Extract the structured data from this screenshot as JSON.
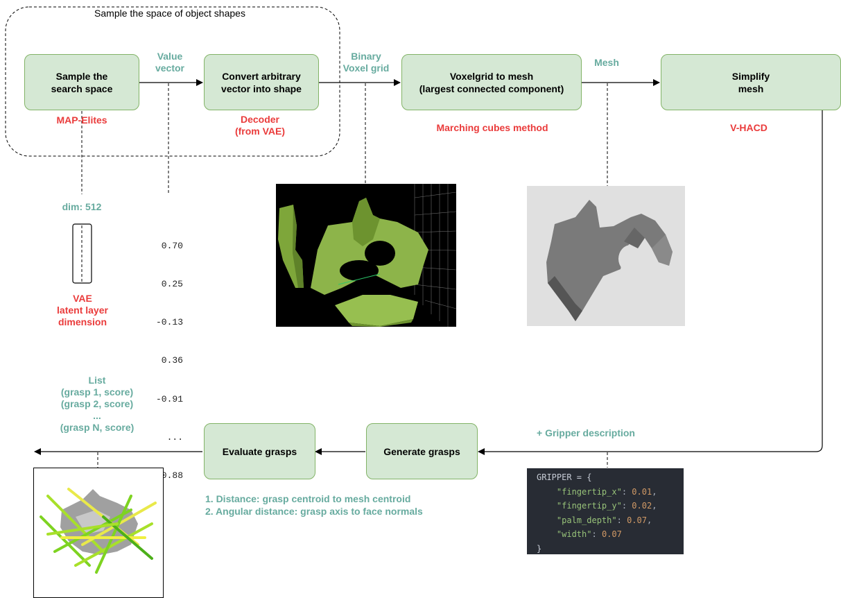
{
  "group_label": "Sample the space of object shapes",
  "boxes": {
    "sample": "Sample the\nsearch space",
    "convert": "Convert arbitrary\nvector into shape",
    "voxel_mesh": "Voxelgrid to mesh\n(largest connected component)",
    "simplify": "Simplify\nmesh",
    "generate": "Generate grasps",
    "evaluate": "Evaluate grasps"
  },
  "method_labels": {
    "map_elites": "MAP-Elites",
    "decoder": "Decoder\n(from VAE)",
    "marching": "Marching cubes method",
    "vhacd": "V-HACD",
    "vae": "VAE\nlatent layer\ndimension"
  },
  "edge_labels": {
    "value_vector": "Value\nvector",
    "binary_voxel": "Binary\nVoxel grid",
    "mesh": "Mesh",
    "gripper": "+ Gripper description",
    "list": "List\n(grasp 1, score)\n(grasp 2, score)\n...\n(grasp N, score)",
    "dim": "dim: 512"
  },
  "vector_values": [
    "0.70",
    "0.25",
    "-0.13",
    "0.36",
    "-0.91",
    "...",
    "-0.88"
  ],
  "criteria": [
    "1. Distance: grasp centroid to mesh centroid",
    "2. Angular distance: grasp axis to face normals"
  ],
  "gripper_code": {
    "open": "GRIPPER = {",
    "entries": [
      {
        "key": "\"fingertip_x\"",
        "value": "0.01",
        "sep": ","
      },
      {
        "key": "\"fingertip_y\"",
        "value": "0.02",
        "sep": ","
      },
      {
        "key": "\"palm_depth\"",
        "value": "0.07",
        "sep": ","
      },
      {
        "key": "\"width\"",
        "value": "0.07",
        "sep": ""
      }
    ],
    "close": "}"
  },
  "colors": {
    "box_fill": "#d5e8d4",
    "box_stroke": "#82b366",
    "red_label": "#ea3b3b",
    "teal_label": "#67ab9f",
    "code_bg": "#282c34"
  }
}
